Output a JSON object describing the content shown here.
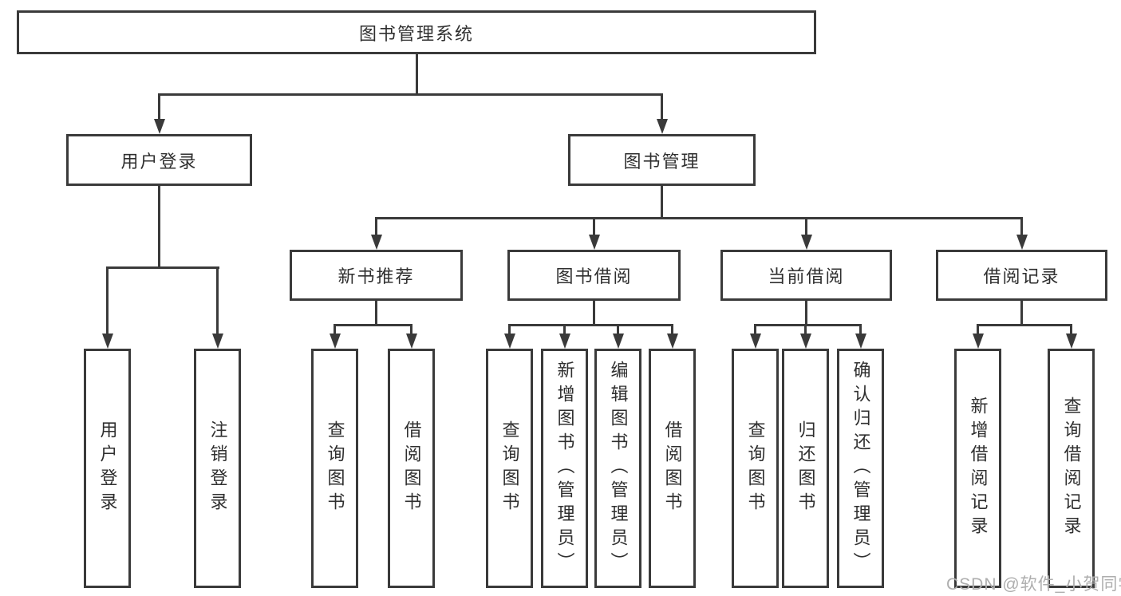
{
  "diagram": {
    "title_node": {
      "label": "图书管理系统"
    },
    "level2": [
      {
        "id": "user-login",
        "label": "用户登录"
      },
      {
        "id": "book-management",
        "label": "图书管理"
      }
    ],
    "level3": [
      {
        "id": "new-book-recommendation",
        "label": "新书推荐"
      },
      {
        "id": "book-borrowing",
        "label": "图书借阅"
      },
      {
        "id": "current-borrowing",
        "label": "当前借阅"
      },
      {
        "id": "borrowing-records",
        "label": "借阅记录"
      }
    ],
    "leaves": [
      {
        "id": "user-login",
        "label": "用户登录"
      },
      {
        "id": "logout",
        "label": "注销登录"
      },
      {
        "id": "query-books-recommend",
        "label": "查询图书"
      },
      {
        "id": "borrow-books-recommend",
        "label": "借阅图书"
      },
      {
        "id": "query-books-borrow",
        "label": "查询图书"
      },
      {
        "id": "add-books-admin",
        "label": "新增图书（管理员）"
      },
      {
        "id": "edit-books-admin",
        "label": "编辑图书（管理员）"
      },
      {
        "id": "borrow-books",
        "label": "借阅图书"
      },
      {
        "id": "query-books-current",
        "label": "查询图书"
      },
      {
        "id": "return-books",
        "label": "归还图书"
      },
      {
        "id": "confirm-return-admin",
        "label": "确认归还（管理员）"
      },
      {
        "id": "add-borrow-record",
        "label": "新增借阅记录"
      },
      {
        "id": "query-borrow-record",
        "label": "查询借阅记录"
      }
    ]
  },
  "watermark": {
    "text": "CSDN @软件_小贺同学"
  },
  "colors": {
    "line": "#3a3a3a",
    "text": "#2f2f2f",
    "background": "#ffffff",
    "watermark": "#aeaeae"
  }
}
